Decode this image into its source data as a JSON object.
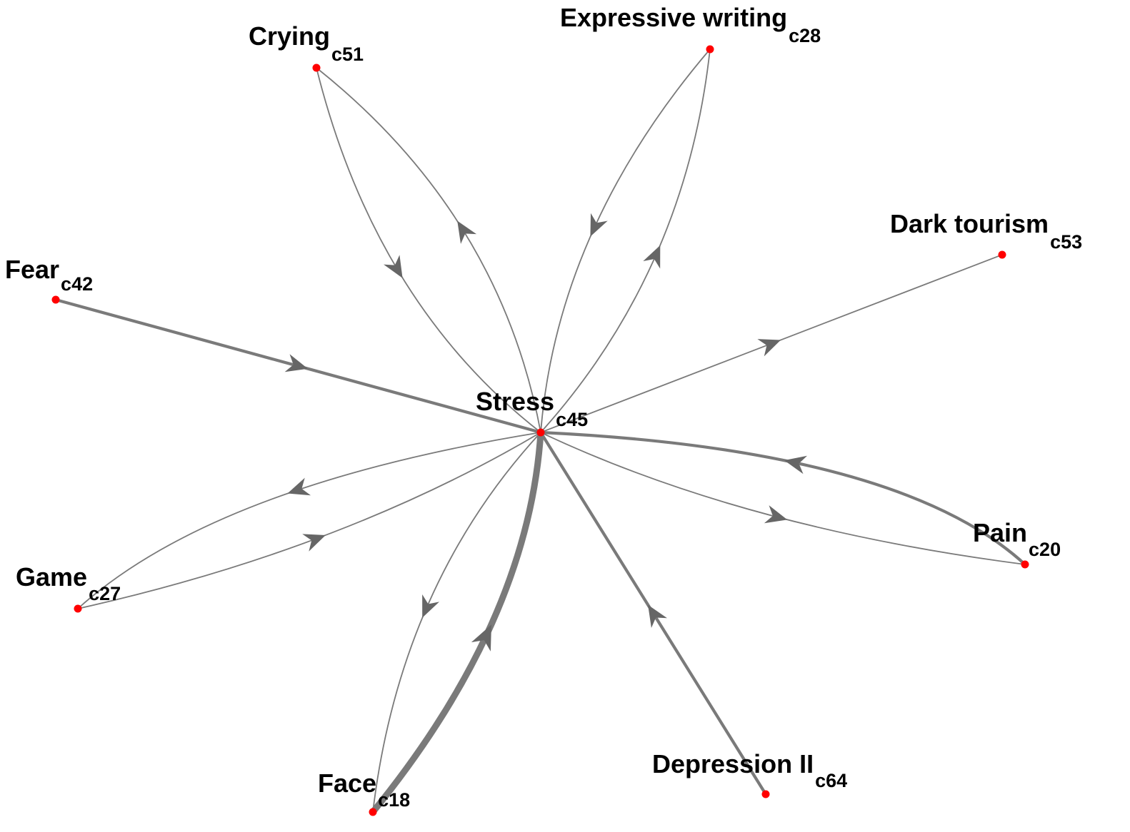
{
  "diagram": {
    "center": {
      "name": "Stress",
      "code": "c45"
    },
    "nodes": [
      {
        "id": "c51",
        "name": "Crying",
        "code": "c51"
      },
      {
        "id": "c28",
        "name": "Expressive writing",
        "code": "c28"
      },
      {
        "id": "c53",
        "name": "Dark tourism",
        "code": "c53"
      },
      {
        "id": "c42",
        "name": "Fear",
        "code": "c42"
      },
      {
        "id": "c20",
        "name": "Pain",
        "code": "c20"
      },
      {
        "id": "c27",
        "name": "Game",
        "code": "c27"
      },
      {
        "id": "c18",
        "name": "Face",
        "code": "c18"
      },
      {
        "id": "c64",
        "name": "Depression II",
        "code": "c64"
      }
    ],
    "edges": [
      {
        "from": "c51",
        "to": "c45",
        "weight": 1
      },
      {
        "from": "c45",
        "to": "c51",
        "weight": 1
      },
      {
        "from": "c28",
        "to": "c45",
        "weight": 1
      },
      {
        "from": "c45",
        "to": "c28",
        "weight": 1
      },
      {
        "from": "c45",
        "to": "c53",
        "weight": 1
      },
      {
        "from": "c42",
        "to": "c45",
        "weight": 2
      },
      {
        "from": "c20",
        "to": "c45",
        "weight": 2
      },
      {
        "from": "c45",
        "to": "c20",
        "weight": 1
      },
      {
        "from": "c45",
        "to": "c27",
        "weight": 1
      },
      {
        "from": "c27",
        "to": "c45",
        "weight": 1
      },
      {
        "from": "c45",
        "to": "c18",
        "weight": 1
      },
      {
        "from": "c18",
        "to": "c45",
        "weight": 4
      },
      {
        "from": "c64",
        "to": "c45",
        "weight": 2
      }
    ],
    "colors": {
      "node": "#ff0000",
      "edge": "#7a7a7a",
      "arrow": "#666666"
    }
  }
}
